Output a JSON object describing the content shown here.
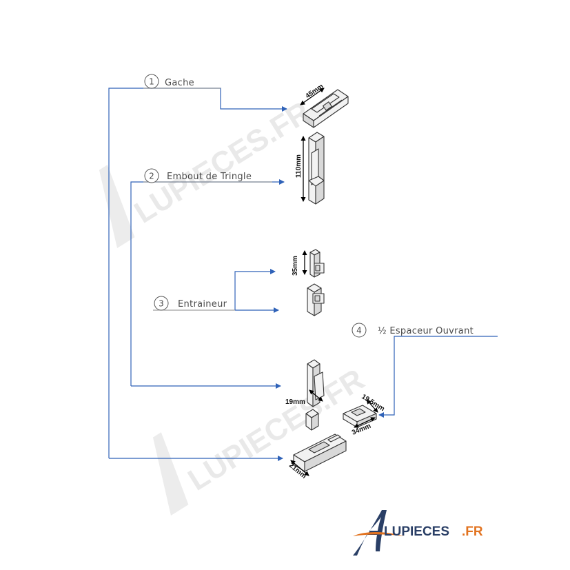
{
  "callouts": [
    {
      "number": "1",
      "label": "Gache"
    },
    {
      "number": "2",
      "label": "Embout de Tringle"
    },
    {
      "number": "3",
      "label": "Entraineur"
    },
    {
      "number": "4",
      "label": "½  Espaceur Ouvrant"
    }
  ],
  "dimensions": {
    "gache_width": "45mm",
    "embout_height": "110mm",
    "entraineur_height": "35mm",
    "embout_width": "19mm",
    "espaceur_height": "19.5mm",
    "espaceur_length": "34mm",
    "gache_height": "21mm"
  },
  "watermark": {
    "text": "LUPIECES.FR"
  },
  "brand": {
    "name": "LUPIECES",
    "tld": ".FR"
  },
  "colors": {
    "leader": "#2f62b8",
    "brand_navy": "#2a3f66",
    "brand_orange": "#e27320"
  }
}
